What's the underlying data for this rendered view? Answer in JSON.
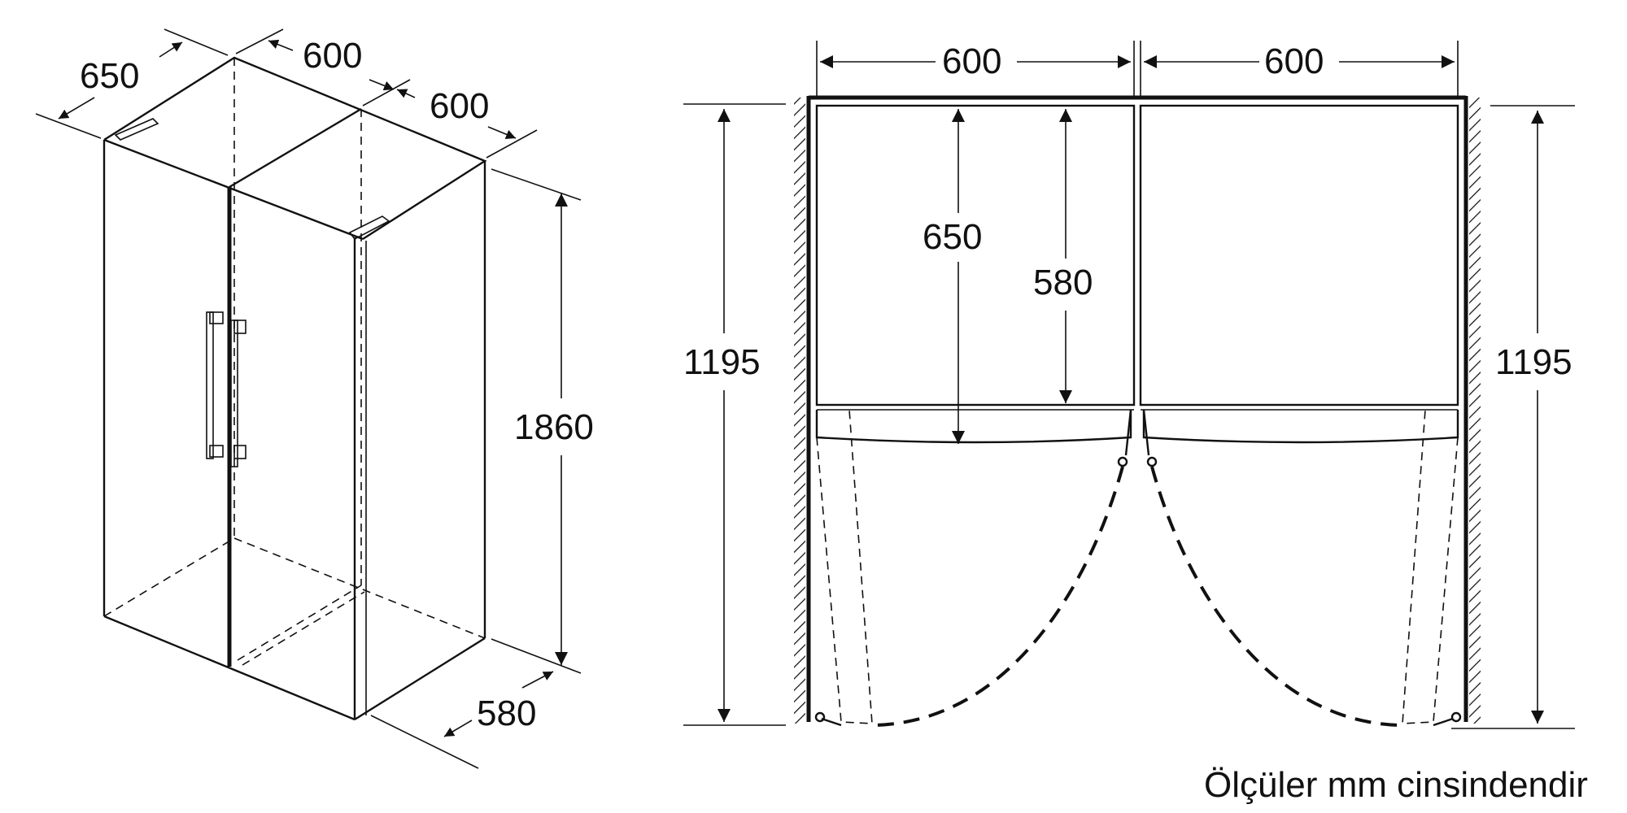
{
  "perspective_view": {
    "depth_label": "650",
    "top_width_left_label": "600",
    "top_width_right_label": "600",
    "height_label": "1860",
    "bottom_depth_label": "580"
  },
  "plan_view": {
    "left_width_label": "600",
    "right_width_label": "600",
    "door_depth_label": "650",
    "cabinet_depth_label": "580",
    "left_clearance_label": "1195",
    "right_clearance_label": "1195"
  },
  "footnote": "Ölçüler mm cinsindendir"
}
